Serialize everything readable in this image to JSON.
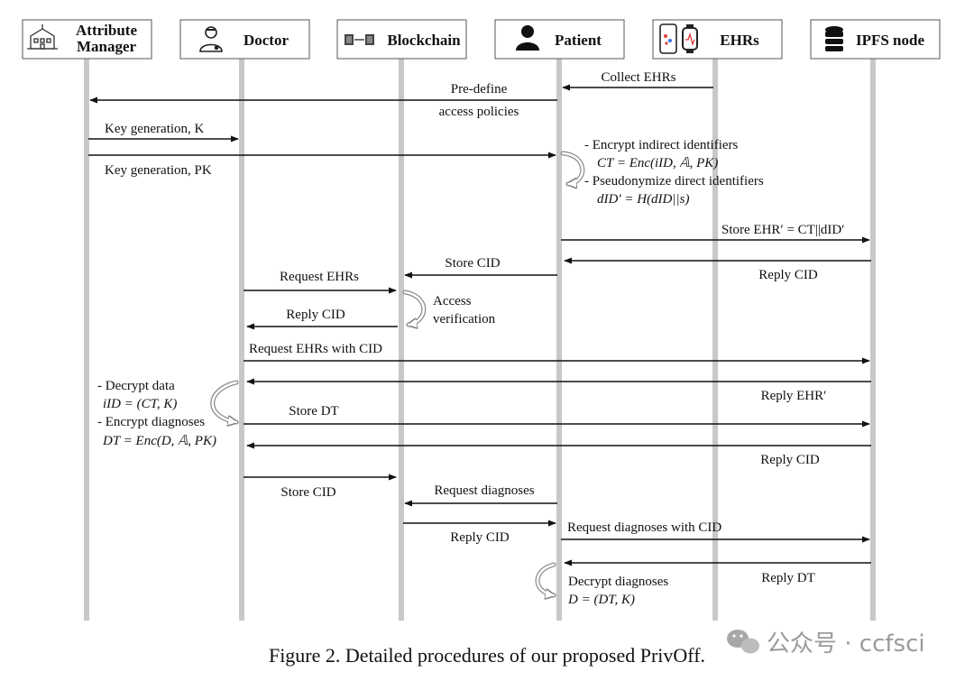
{
  "participants": [
    {
      "label_line1": "Attribute",
      "label_line2": "Manager",
      "icon": "building-icon"
    },
    {
      "label": "Doctor",
      "icon": "doctor-icon"
    },
    {
      "label": "Blockchain",
      "icon": "blockchain-icon"
    },
    {
      "label": "Patient",
      "icon": "person-icon"
    },
    {
      "label": "EHRs",
      "icon": "devices-icon"
    },
    {
      "label": "IPFS node",
      "icon": "database-icon"
    }
  ],
  "messages": {
    "collect_ehrs": "Collect EHRs",
    "predefine_1": "Pre-define",
    "predefine_2": "access policies",
    "keygen_k": "Key generation, K",
    "keygen_pk": "Key generation, PK",
    "patient_note_1": "-  Encrypt indirect identifiers",
    "patient_note_2": "CT = Enc(iID, 𝔸, PK)",
    "patient_note_3": "-  Pseudonymize direct identifiers",
    "patient_note_4": "dID′ = H(dID||s)",
    "store_ehr": "Store EHR′ = CT||dID′",
    "store_cid_1": "Store CID",
    "reply_cid_ipfs_1": "Reply CID",
    "request_ehrs": "Request EHRs",
    "access_1": "Access",
    "access_2": "verification",
    "reply_cid_bc_1": "Reply CID",
    "request_ehrs_cid": "Request EHRs with CID",
    "reply_ehr": "Reply EHR′",
    "doctor_note_1": "- Decrypt data",
    "doctor_note_2": "iID = (CT, K)",
    "doctor_note_3": "- Encrypt diagnoses",
    "doctor_note_4": "DT = Enc(D, 𝔸, PK)",
    "store_dt": "Store DT",
    "reply_cid_ipfs_2": "Reply CID",
    "store_cid_2": "Store CID",
    "request_diagnoses": "Request diagnoses",
    "reply_cid_bc_2": "Reply CID",
    "request_diagnoses_cid": "Request diagnoses with CID",
    "reply_dt": "Reply DT",
    "decrypt_diag_1": "Decrypt diagnoses",
    "decrypt_diag_2": "D = (DT, K)"
  },
  "caption": "Figure 2. Detailed procedures of our proposed PrivOff.",
  "watermark": "公众号 · ccfsci"
}
